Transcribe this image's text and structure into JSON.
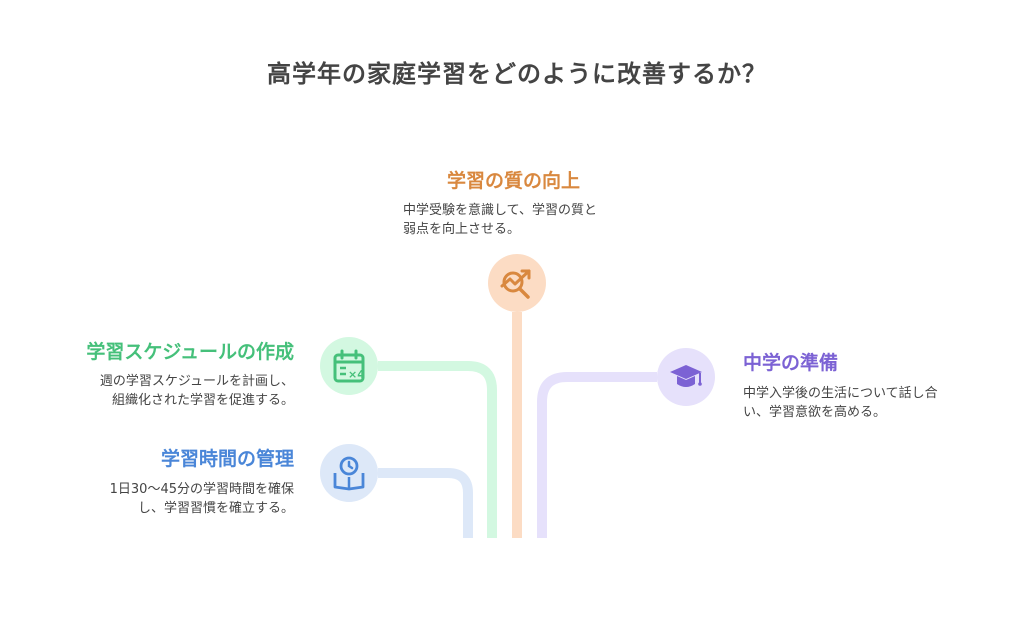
{
  "title": "高学年の家庭学習をどのように改善するか？",
  "colors": {
    "orange": "#d9883f",
    "orange_light": "#fcdcc4",
    "green": "#45c07a",
    "green_light": "#d3f8e1",
    "blue": "#4a86d8",
    "blue_light": "#dde8f8",
    "purple": "#7c62d4",
    "purple_light": "#e6e1fb"
  },
  "items": {
    "quality": {
      "heading": "学習の質の向上",
      "line1": "中学受験を意識して、学習の質と",
      "line2": "弱点を向上させる。",
      "icon": "chart-magnifier-icon"
    },
    "schedule": {
      "heading": "学習スケジュールの作成",
      "line1": "週の学習スケジュールを計画し、",
      "line2": "組織化された学習を促進する。",
      "icon": "calendar-icon"
    },
    "time": {
      "heading": "学習時間の管理",
      "line1": "1日30〜45分の学習時間を確保",
      "line2": "し、学習習慣を確立する。",
      "icon": "clock-book-icon"
    },
    "middle": {
      "heading": "中学の準備",
      "line1": "中学入学後の生活について話し合",
      "line2": "い、学習意欲を高める。",
      "icon": "graduation-cap-icon"
    }
  }
}
